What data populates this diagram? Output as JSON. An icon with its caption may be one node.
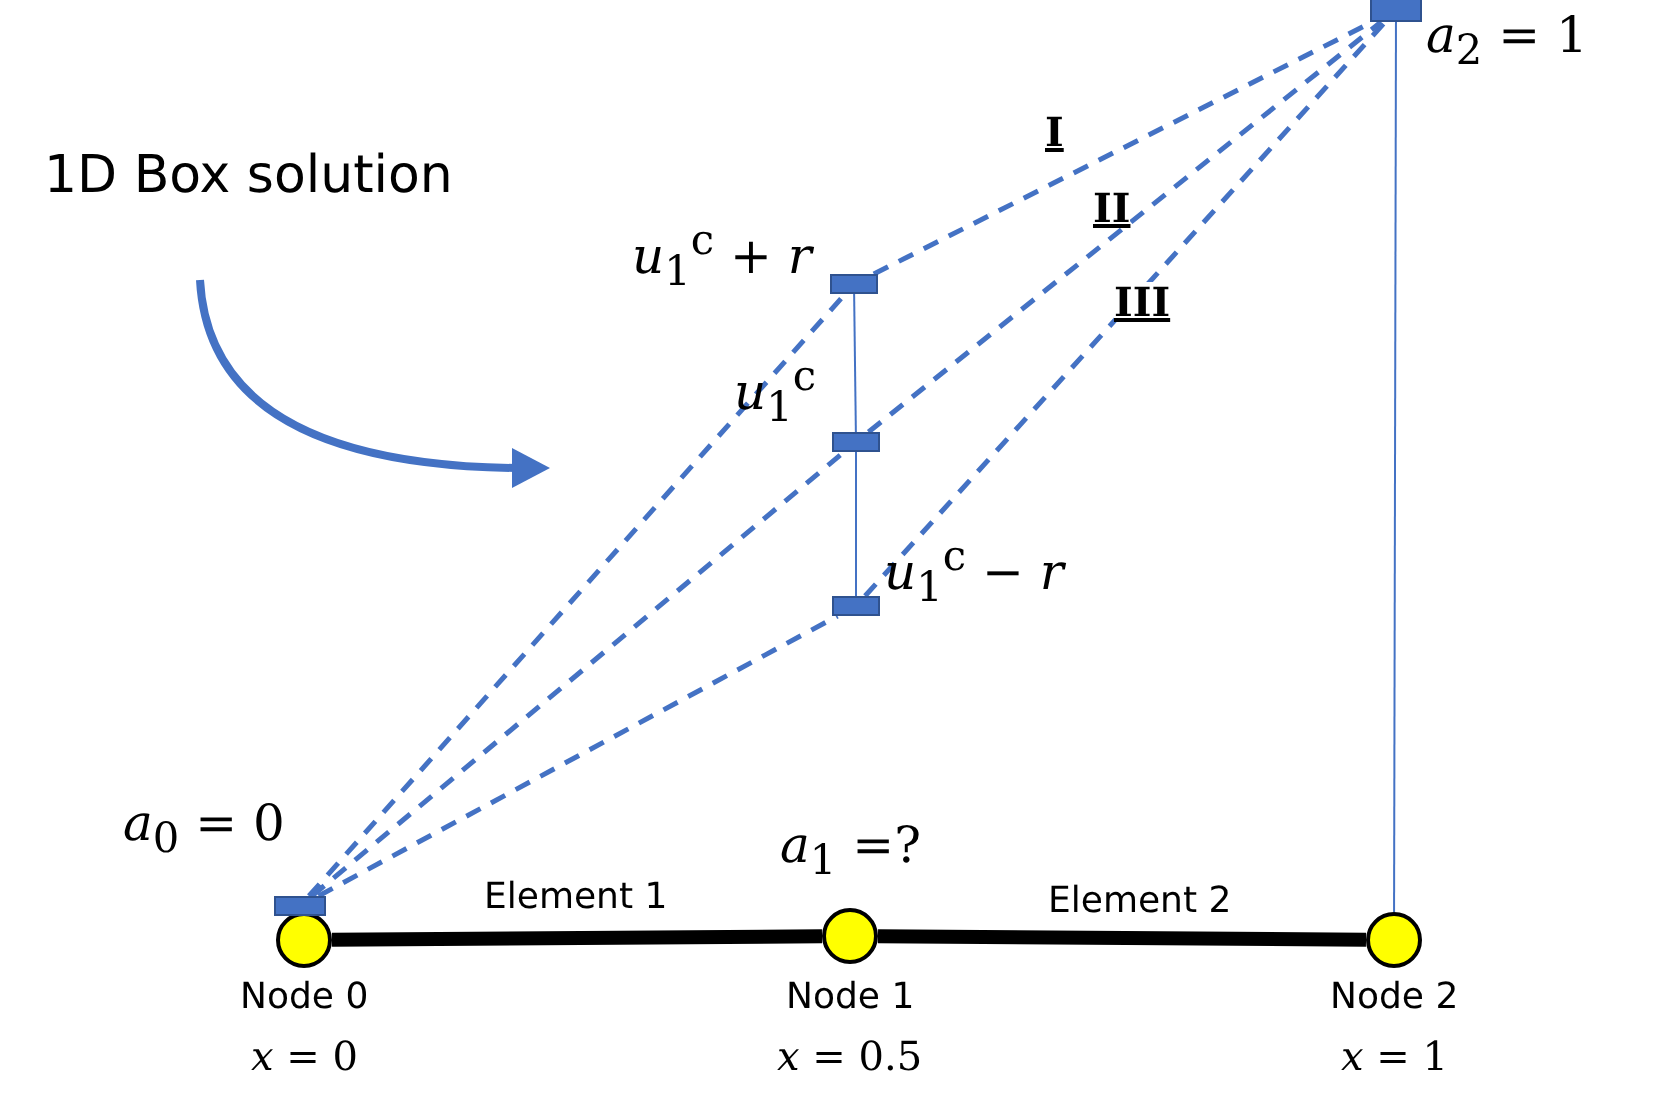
{
  "diagram": {
    "nodes": [
      {
        "text": [],
        "shape": "circle",
        "beside": [
          "Node 0",
          "*x* = 0"
        ]
      },
      {
        "text": [],
        "shape": "circle",
        "beside": [
          "*a*$_{1}$ =?",
          "Node 1",
          "*x* = 0.5"
        ]
      },
      {
        "text": [],
        "shape": "circle",
        "beside": [
          "Node 2",
          "*x* = 1"
        ]
      },
      {
        "text": [],
        "shape": "bar",
        "beside": [
          "*a*$_{0}$ = 0"
        ]
      },
      {
        "text": [],
        "shape": "bar",
        "beside": [
          "*u*$_{1}$$^{c}$ + *r*"
        ]
      },
      {
        "text": [],
        "shape": "bar",
        "beside": [
          "*u*$_{1}$$^{c}$"
        ]
      },
      {
        "text": [],
        "shape": "bar",
        "beside": [
          "*u*$_{1}$$^{c}$ − *r*"
        ]
      },
      {
        "text": [],
        "shape": "bar",
        "beside": [
          "*a*$_{2}$ = 1"
        ]
      }
    ],
    "edges": [
      {
        "from": 0,
        "to": 1,
        "arrow": "none",
        "label": "Element 1",
        "style": "thick",
        "color": "#000000"
      },
      {
        "from": 1,
        "to": 2,
        "arrow": "none",
        "label": "Element 2",
        "style": "thick",
        "color": "#000000"
      },
      {
        "from": 3,
        "to": 4,
        "arrow": "none",
        "style": "dashed"
      },
      {
        "from": 3,
        "to": 5,
        "arrow": "none",
        "style": "dashed"
      },
      {
        "from": 3,
        "to": 6,
        "arrow": "none",
        "style": "dashed"
      },
      {
        "from": 4,
        "to": 7,
        "arrow": "none",
        "label": "I",
        "style": "dashed"
      },
      {
        "from": 5,
        "to": 7,
        "arrow": "none",
        "label": "II",
        "style": "dashed"
      },
      {
        "from": 6,
        "to": 7,
        "arrow": "none",
        "label": "III",
        "style": "dashed"
      },
      {
        "from": 4,
        "to": 5,
        "arrow": "none"
      },
      {
        "from": 5,
        "to": 6,
        "arrow": "none"
      },
      {
        "from": 7,
        "to": 2,
        "arrow": "none"
      }
    ],
    "labels": [
      "1D Box solution"
    ]
  }
}
